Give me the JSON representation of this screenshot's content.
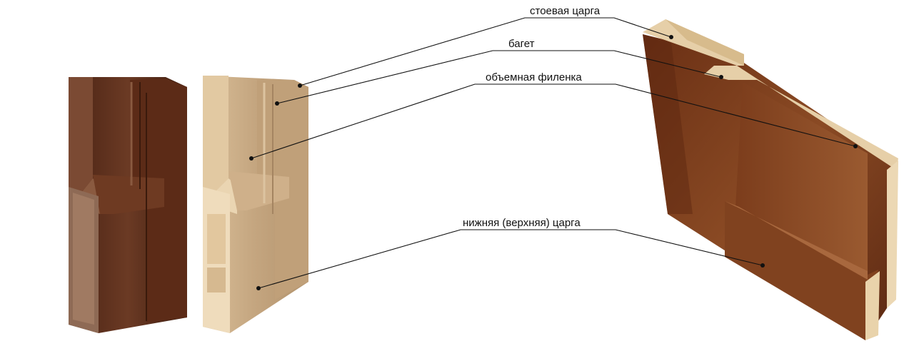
{
  "labels": {
    "stile": "стоевая царга",
    "moulding": "багет",
    "raised_panel": "объемная филенка",
    "rail": "нижняя (верхняя) царга"
  },
  "colors": {
    "dark_wood": "#5a2f1e",
    "dark_wood_light": "#7a4a35",
    "light_wood": "#c9ab86",
    "light_wood_end": "#e6cfa8",
    "walnut": "#7a3a1c",
    "walnut_end": "#e9d3ab",
    "line": "#111111"
  }
}
